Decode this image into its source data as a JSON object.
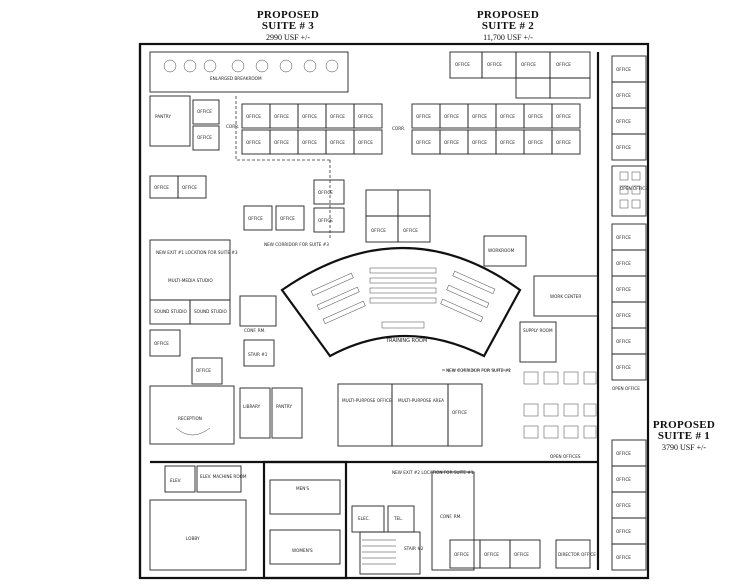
{
  "suites": {
    "suite3": {
      "title_line1": "PROPOSED",
      "title_line2": "SUITE # 3",
      "size": "2990 USF +/-"
    },
    "suite2": {
      "title_line1": "PROPOSED",
      "title_line2": "SUITE # 2",
      "size": "11,700 USF +/-"
    },
    "suite1": {
      "title_line1": "PROPOSED",
      "title_line2": "SUITE # 1",
      "size": "3790 USF +/-"
    }
  },
  "rooms": {
    "office": "OFFICE",
    "corr": "CORR.",
    "pantry": "PANTRY",
    "enlarged_breakroom": "ENLARGED BREAKROOM",
    "training_room": "TRAINING ROOM",
    "multi_purpose_office": "MULTI-PURPOSE OFFICE",
    "multi_purpose_area": "MULTI-PURPOSE AREA",
    "library": "LIBRARY",
    "work_center": "WORK CENTER",
    "workroom": "WORKROOM",
    "supply_room": "SUPPLY ROOM",
    "open_office": "OPEN OFFICE",
    "open_offices": "OPEN OFFICES",
    "reception": "RECEPTION",
    "conf_rm": "CONF. RM.",
    "multi_media_studio": "MULTI-MEDIA STUDIO",
    "sound_studio": "SOUND STUDIO",
    "mens": "MEN'S",
    "womens": "WOMEN'S",
    "elec": "ELEC.",
    "tel": "TEL.",
    "elev": "ELEV.",
    "elev_machine_room": "ELEV. MACHINE ROOM",
    "lobby": "LOBBY",
    "stair1": "STAIR #1",
    "stair2": "STAIR #2",
    "director_office": "DIRECTOR OFFICE",
    "new_corridor_suite2": "NEW CORRIDOR FOR SUITE #2",
    "new_corridor_suite3": "NEW CORRIDOR FOR SUITE #3",
    "new_exit_suite3": "NEW EXIT #1 LOCATION FOR SUITE #3",
    "new_exit_suite1": "NEW EXIT #2 LOCATION FOR SUITE #1"
  }
}
